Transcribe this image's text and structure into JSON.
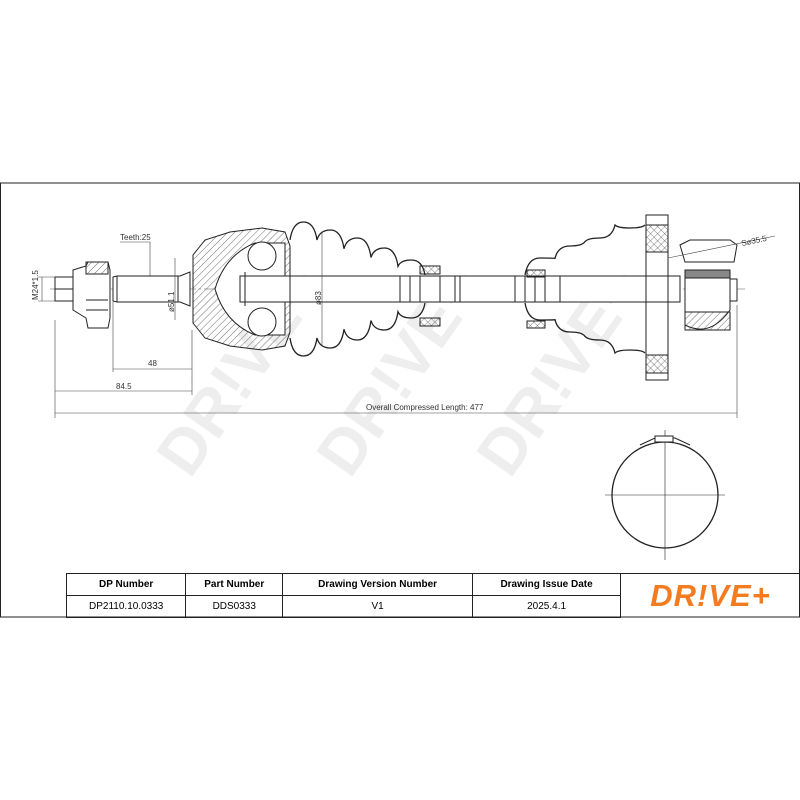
{
  "drawing": {
    "teeth_label": "Teeth:25",
    "thread_label": "M24*1.5",
    "spline_diameter_label": "ø51.1",
    "boot_diameter_label": "ø83",
    "ball_label": "S⌀35.5",
    "dim_48": "48",
    "dim_84_5": "84.5",
    "overall_length_label": "Overall  Compressed  Length: 477",
    "watermark": "DR!VE+"
  },
  "table": {
    "headers": [
      "DP Number",
      "Part Number",
      "Drawing Version Number",
      "Drawing Issue Date"
    ],
    "values": [
      "DP2110.10.0333",
      "DDS0333",
      "V1",
      "2025.4.1"
    ]
  },
  "logo": {
    "text": "DR!VE+",
    "color": "#f47c20"
  }
}
